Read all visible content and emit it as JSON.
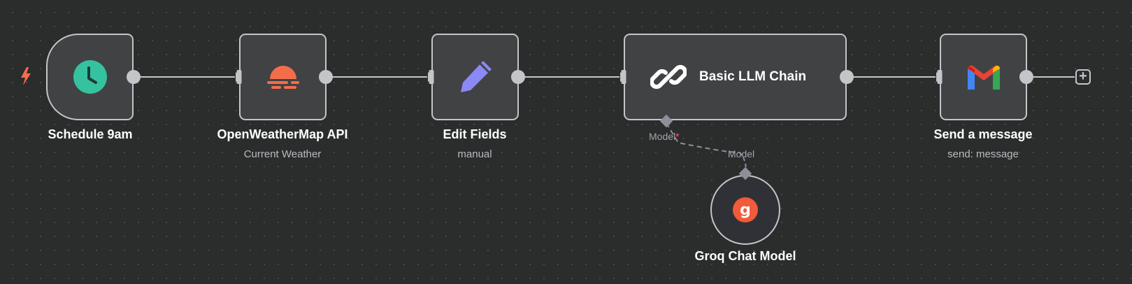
{
  "colors": {
    "background": "#2b2c2c",
    "node_fill": "#414244",
    "node_border": "#c4c5c9",
    "schedule_icon": "#35c29e",
    "weather_icon": "#f26e4a",
    "edit_icon": "#8b89f5",
    "groq_icon": "#f15a3a",
    "trigger_bolt": "#ff6a4f"
  },
  "nodes": {
    "schedule": {
      "title": "Schedule 9am",
      "icon": "clock-icon"
    },
    "weather": {
      "title": "OpenWeatherMap API",
      "subtitle": "Current Weather",
      "icon": "sunrise-icon"
    },
    "edit": {
      "title": "Edit Fields",
      "subtitle": "manual",
      "icon": "pencil-icon"
    },
    "llm": {
      "title": "Basic LLM Chain",
      "icon": "link-icon"
    },
    "gmail": {
      "title": "Send a message",
      "subtitle": "send: message",
      "icon": "gmail-icon"
    },
    "groq": {
      "title": "Groq Chat Model",
      "icon": "groq-icon",
      "glyph": "g"
    }
  },
  "connections": {
    "model_label": "Model",
    "model_required_mark": "*",
    "model_label_mid": "Model"
  },
  "add_node": {
    "label": "+"
  }
}
